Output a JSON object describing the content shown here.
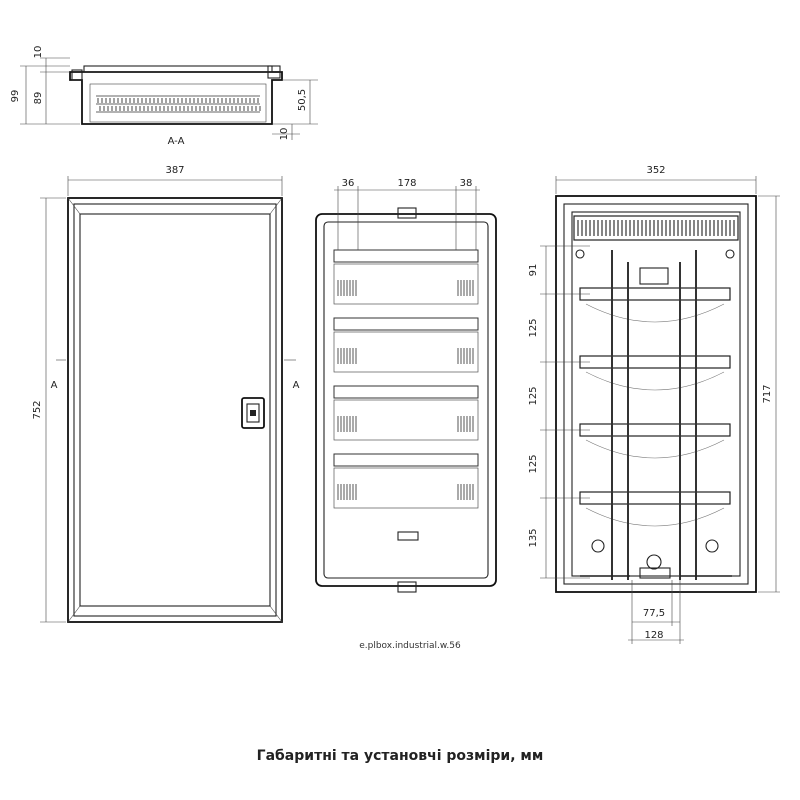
{
  "section_view": {
    "label": "A-A",
    "dims": {
      "top": "10",
      "overall_height": "99",
      "inner_height": "89",
      "right_depth": "50,5",
      "bottom": "10"
    }
  },
  "front_view": {
    "width": "387",
    "height": "752",
    "section_mark_left": "A",
    "section_mark_right": "A"
  },
  "internal_view": {
    "left_margin": "36",
    "middle": "178",
    "right_margin": "38"
  },
  "back_view": {
    "width": "352",
    "height": "717",
    "rows": [
      "91",
      "125",
      "125",
      "125",
      "135"
    ],
    "bottom_inner": "77,5",
    "bottom_outer": "128"
  },
  "drawing_code": "e.plbox.industrial.w.56",
  "caption": "Габаритні та установчі розміри, мм"
}
